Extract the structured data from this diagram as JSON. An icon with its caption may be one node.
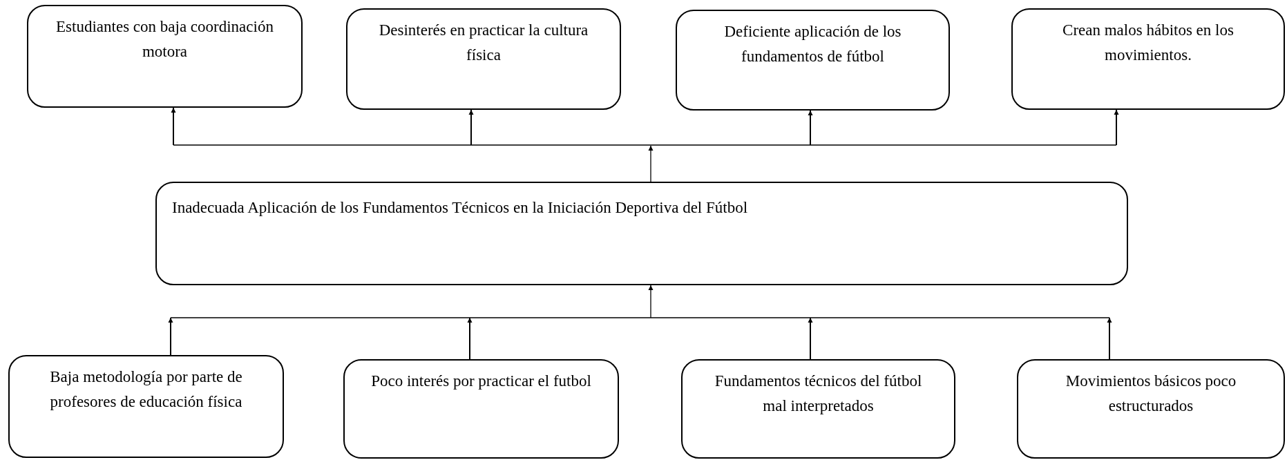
{
  "diagram": {
    "nodes": [
      {
        "text": [
          "Estudiantes con baja coordinación motora"
        ]
      },
      {
        "text": [
          "Desinterés en practicar la cultura física"
        ]
      },
      {
        "text": [
          "Deficiente aplicación de los fundamentos de fútbol"
        ]
      },
      {
        "text": [
          "Crean malos hábitos en los movimientos."
        ]
      },
      {
        "text": [
          "Inadecuada Aplicación de los Fundamentos Técnicos en la Iniciación Deportiva del Fútbol"
        ]
      },
      {
        "text": [
          "Baja metodología por parte de profesores de educación física"
        ]
      },
      {
        "text": [
          "Poco interés por practicar el futbol"
        ]
      },
      {
        "text": [
          "Fundamentos técnicos del fútbol mal interpretados"
        ]
      },
      {
        "text": [
          "Movimientos básicos poco estructurados"
        ]
      }
    ],
    "edges": [
      {
        "from": 4,
        "to": 0,
        "arrow": "to"
      },
      {
        "from": 4,
        "to": 1,
        "arrow": "to"
      },
      {
        "from": 4,
        "to": 2,
        "arrow": "to"
      },
      {
        "from": 4,
        "to": 3,
        "arrow": "to"
      },
      {
        "from": 5,
        "to": 4,
        "arrow": "to"
      },
      {
        "from": 6,
        "to": 4,
        "arrow": "to"
      },
      {
        "from": 7,
        "to": 4,
        "arrow": "to"
      },
      {
        "from": 8,
        "to": 4,
        "arrow": "to"
      }
    ]
  }
}
